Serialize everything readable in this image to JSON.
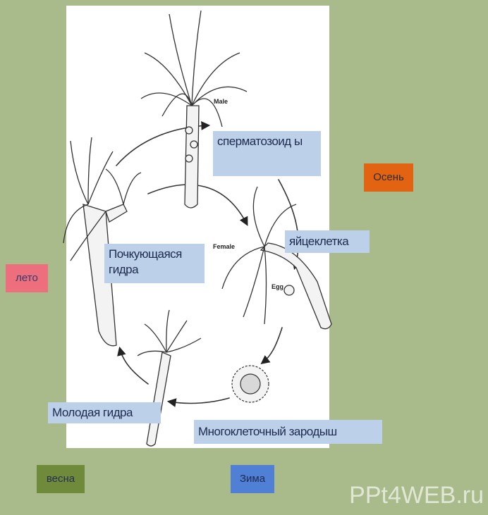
{
  "seasons": {
    "summer": {
      "label": "лето",
      "color": "#ed6f7d"
    },
    "autumn": {
      "label": "Осень",
      "color": "#e26413"
    },
    "spring": {
      "label": "весна",
      "color": "#6f8a3b"
    },
    "winter": {
      "label": "Зима",
      "color": "#4f80d5"
    }
  },
  "labels": {
    "sperm": "сперматозоид ы",
    "egg_cell": "яйцеклетка",
    "budding": "Почкующаяся гидра",
    "young": "Молодая гидра",
    "embryo": "Многоклеточный зародыш"
  },
  "figure_labels": {
    "male": "Male",
    "female": "Female",
    "egg": "Egg"
  },
  "watermark": "PPt4WEB.ru"
}
